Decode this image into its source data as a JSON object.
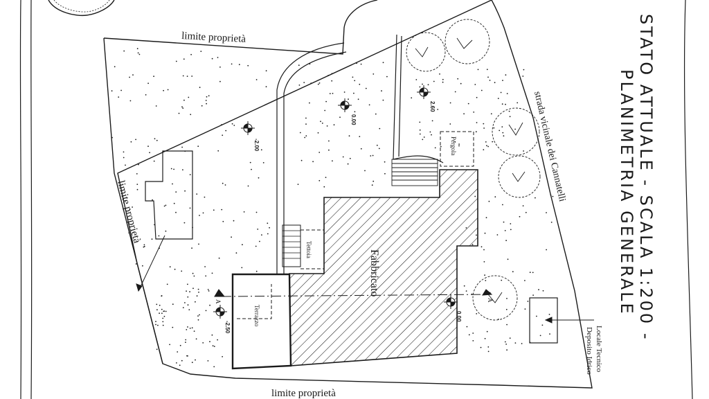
{
  "title": {
    "line1": "STATO ATTUALE - SCALA 1:200 -",
    "line2": "PLANIMETRIA GENERALE"
  },
  "labels": {
    "boundary_top": "limite proprietà",
    "boundary_left": "limite proprietà",
    "boundary_bottom": "limite proprietà",
    "road": "strada vicinale dei Cannatelli",
    "building": "Fabbricato",
    "canopy": "Tettoia",
    "pergola": "Pergola",
    "terrace": "Terrazzo",
    "technical_room_1": "Locale Tecnico",
    "technical_room_2": "Deposito Idrico",
    "section_a1": "A",
    "section_a2": "A"
  },
  "elevations": {
    "e1": "-2.00",
    "e2": "0.00",
    "e3": "2.60",
    "e4": "-2.50",
    "e5": "0.00"
  },
  "colors": {
    "ink": "#1a1a1a",
    "paper": "#ffffff"
  }
}
